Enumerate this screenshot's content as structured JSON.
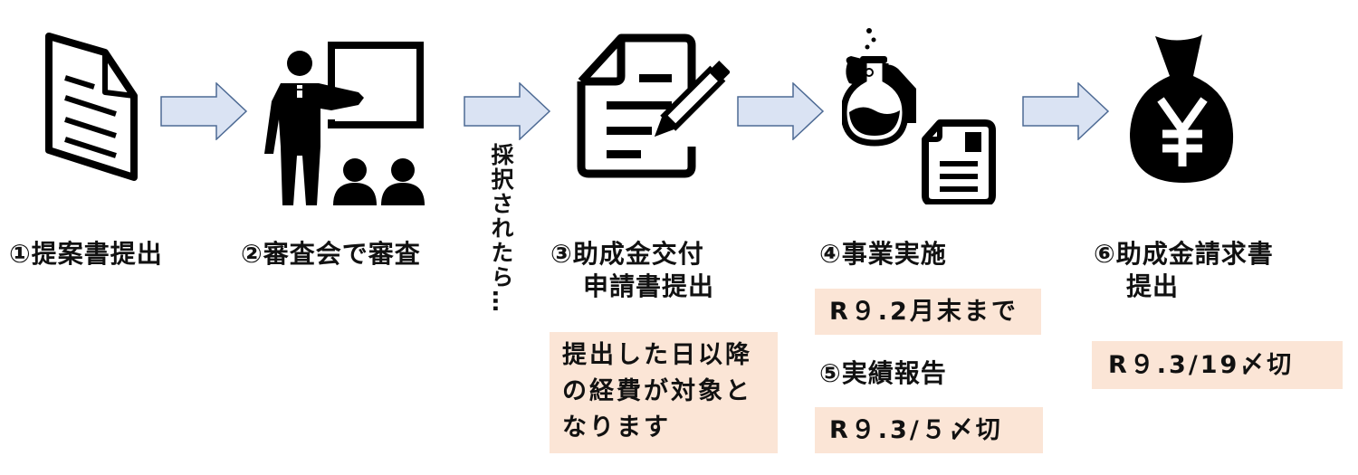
{
  "colors": {
    "arrow_fill": "#dae3f3",
    "arrow_stroke": "#4d6a94",
    "note_bg": "#fbe5d6",
    "icon": "#000000"
  },
  "steps": [
    {
      "icon": "document-icon",
      "label": "①提案書提出"
    },
    {
      "icon": "presenter-icon",
      "label": "②審査会で審査"
    },
    {
      "icon": "document-pencil-icon",
      "label_line1": "③助成金交付",
      "label_line2": "申請書提出",
      "note_lines": [
        "提出した日以降",
        "の経費が対象と",
        "なります"
      ]
    },
    {
      "icon": "flask-document-icon",
      "label": "④事業実施",
      "note": "R９.2月末まで"
    },
    {
      "label": "⑤実績報告",
      "note": "R９.3/５〆切"
    },
    {
      "icon": "money-bag-yen-icon",
      "label_line1": "⑥助成金請求書",
      "label_line2": "提出",
      "note": "R９.3/19〆切"
    }
  ],
  "transition_note": "採択されたら…",
  "arrows": [
    "arrow-1-to-2",
    "arrow-2-to-3",
    "arrow-3-to-4",
    "arrow-4-to-6"
  ]
}
